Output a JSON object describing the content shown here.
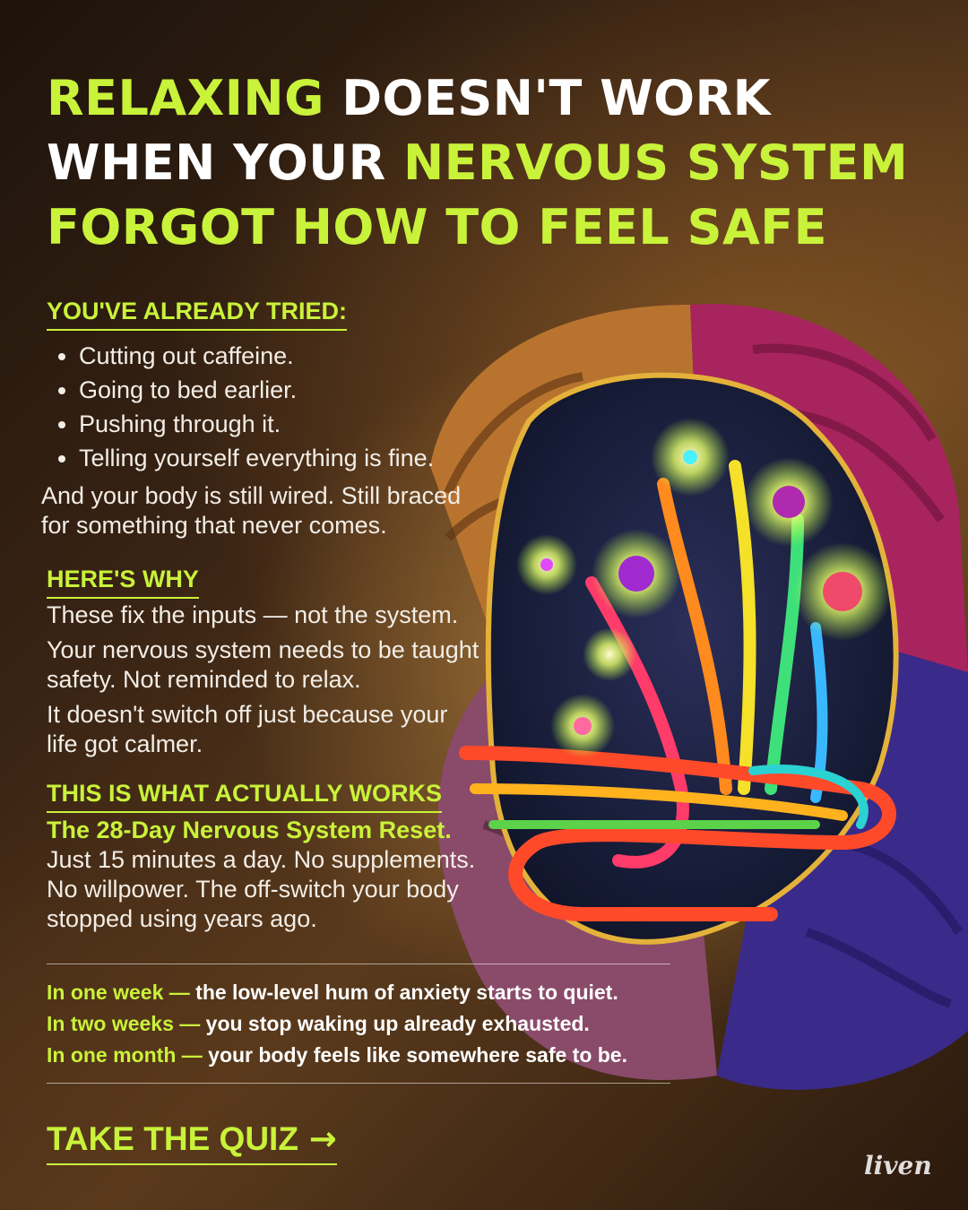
{
  "headline": {
    "line1_a": "Relaxing",
    "line1_b": " doesn't work",
    "line2_a": "when your ",
    "line2_b": "nervous system",
    "line3": "forgot how to feel safe"
  },
  "tried": {
    "heading": "You've already tried:",
    "items": [
      "Cutting out caffeine.",
      "Going to bed earlier.",
      "Pushing through it.",
      "Telling yourself everything is fine."
    ],
    "after_1": "And your body is still wired. Still braced",
    "after_2": "for something that never comes."
  },
  "why": {
    "heading": "Here's why",
    "p1": "These fix the inputs — not the system.",
    "p2_1": "Your nervous system needs to be taught",
    "p2_2": "safety. Not reminded to relax.",
    "p3_1": "It doesn't switch off just because your",
    "p3_2": "life got calmer."
  },
  "works": {
    "heading": "This is what actually works",
    "product": "The 28-Day Nervous System Reset.",
    "d1": "Just 15 minutes a day. No supplements.",
    "d2": "No willpower. The off-switch your body",
    "d3": "stopped using years ago."
  },
  "timeline": [
    {
      "when": "In one week —",
      "text": " the low-level hum of anxiety starts to quiet."
    },
    {
      "when": "In two weeks —",
      "text": " you stop waking up already exhausted."
    },
    {
      "when": "In one month —",
      "text": " your body feels like somewhere safe to be."
    }
  ],
  "cta": {
    "label": "Take the quiz",
    "arrow": "→"
  },
  "logo": "liven",
  "colors": {
    "accent": "#c9f23a",
    "text": "#f2ede6",
    "background": "#3a2414"
  }
}
